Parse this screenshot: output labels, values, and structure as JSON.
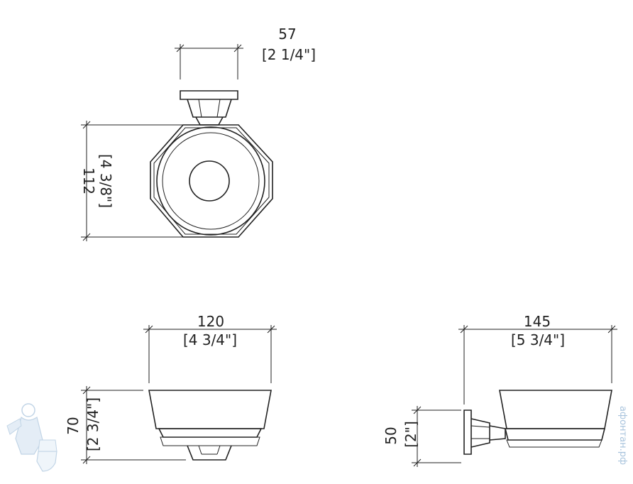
{
  "dimensions": {
    "top_width": {
      "mm": "57",
      "in": "[2 1/4\"]"
    },
    "top_height": {
      "mm": "112",
      "in": "[4 3/8\"]"
    },
    "front_width": {
      "mm": "120",
      "in": "[4 3/4\"]"
    },
    "front_height": {
      "mm": "70",
      "in": "[2 3/4\"]"
    },
    "side_width": {
      "mm": "145",
      "in": "[5 3/4\"]"
    },
    "side_height": {
      "mm": "50",
      "in": "[2\"]"
    }
  },
  "watermark": {
    "text": "афонтан.рф"
  },
  "colors": {
    "line": "#222222",
    "watermark": "#a9c4dd"
  }
}
